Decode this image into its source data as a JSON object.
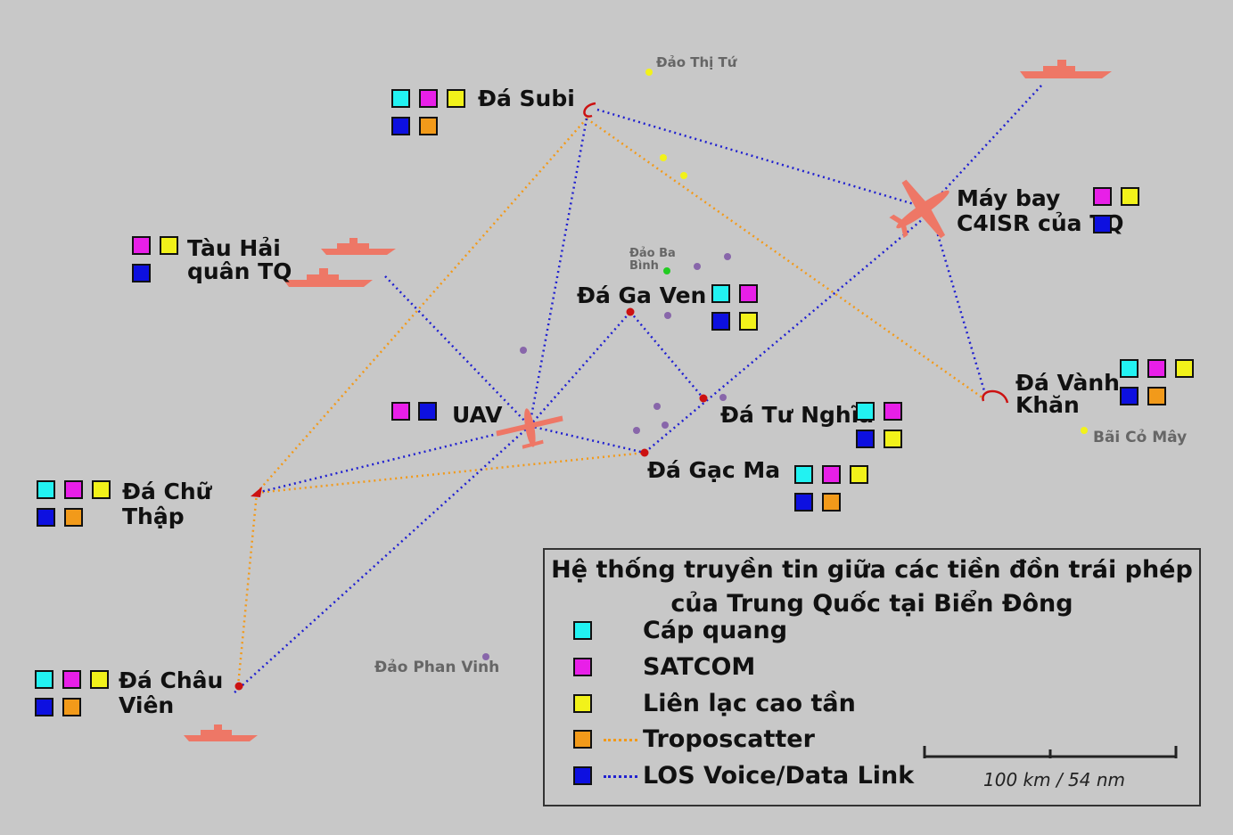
{
  "colors": {
    "fiber": "#22f2f2",
    "satcom": "#e81fe8",
    "hf": "#f2f21a",
    "troposcatter": "#f29a1a",
    "los": "#0d10e0",
    "ship": "#ee7766",
    "outpost": "#cc1111",
    "background": "#c8c8c8"
  },
  "labels": {
    "subi": "Đá Subi",
    "aircraft_1": "Máy bay",
    "aircraft_2": "C4ISR của TQ",
    "navy_1": "Tàu Hải",
    "navy_2": "quân TQ",
    "gaven": "Đá Ga Ven",
    "uav": "UAV",
    "tunghia": "Đá Tư Nghĩa",
    "vanhkhan_1": "Đá Vành",
    "vanhkhan_2": "Khăn",
    "gacma": "Đá Gạc Ma",
    "chuthap_1": "Đá Chữ",
    "chuthap_2": "Thập",
    "chauvien_1": "Đá Châu",
    "chauvien_2": "Viên"
  },
  "small_labels": {
    "thitu": "Đảo Thị Tứ",
    "babinh_1": "Đảo Ba",
    "babinh_2": "Bình",
    "comay": "Bãi Cỏ Mây",
    "phanvinh": "Đảo Phan Vinh"
  },
  "legend": {
    "title_1": "Hệ thống truyền tin giữa các tiền đồn trái phép",
    "title_2": "của Trung Quốc tại Biển Đông",
    "items": [
      {
        "label": "Cáp quang",
        "color": "#22f2f2"
      },
      {
        "label": "SATCOM",
        "color": "#e81fe8"
      },
      {
        "label": "Liên lạc cao tần",
        "color": "#f2f21a"
      },
      {
        "label": "Troposcatter",
        "color": "#f29a1a"
      },
      {
        "label": "LOS Voice/Data Link",
        "color": "#0d10e0"
      }
    ],
    "scale": "100 km / 54 nm"
  }
}
